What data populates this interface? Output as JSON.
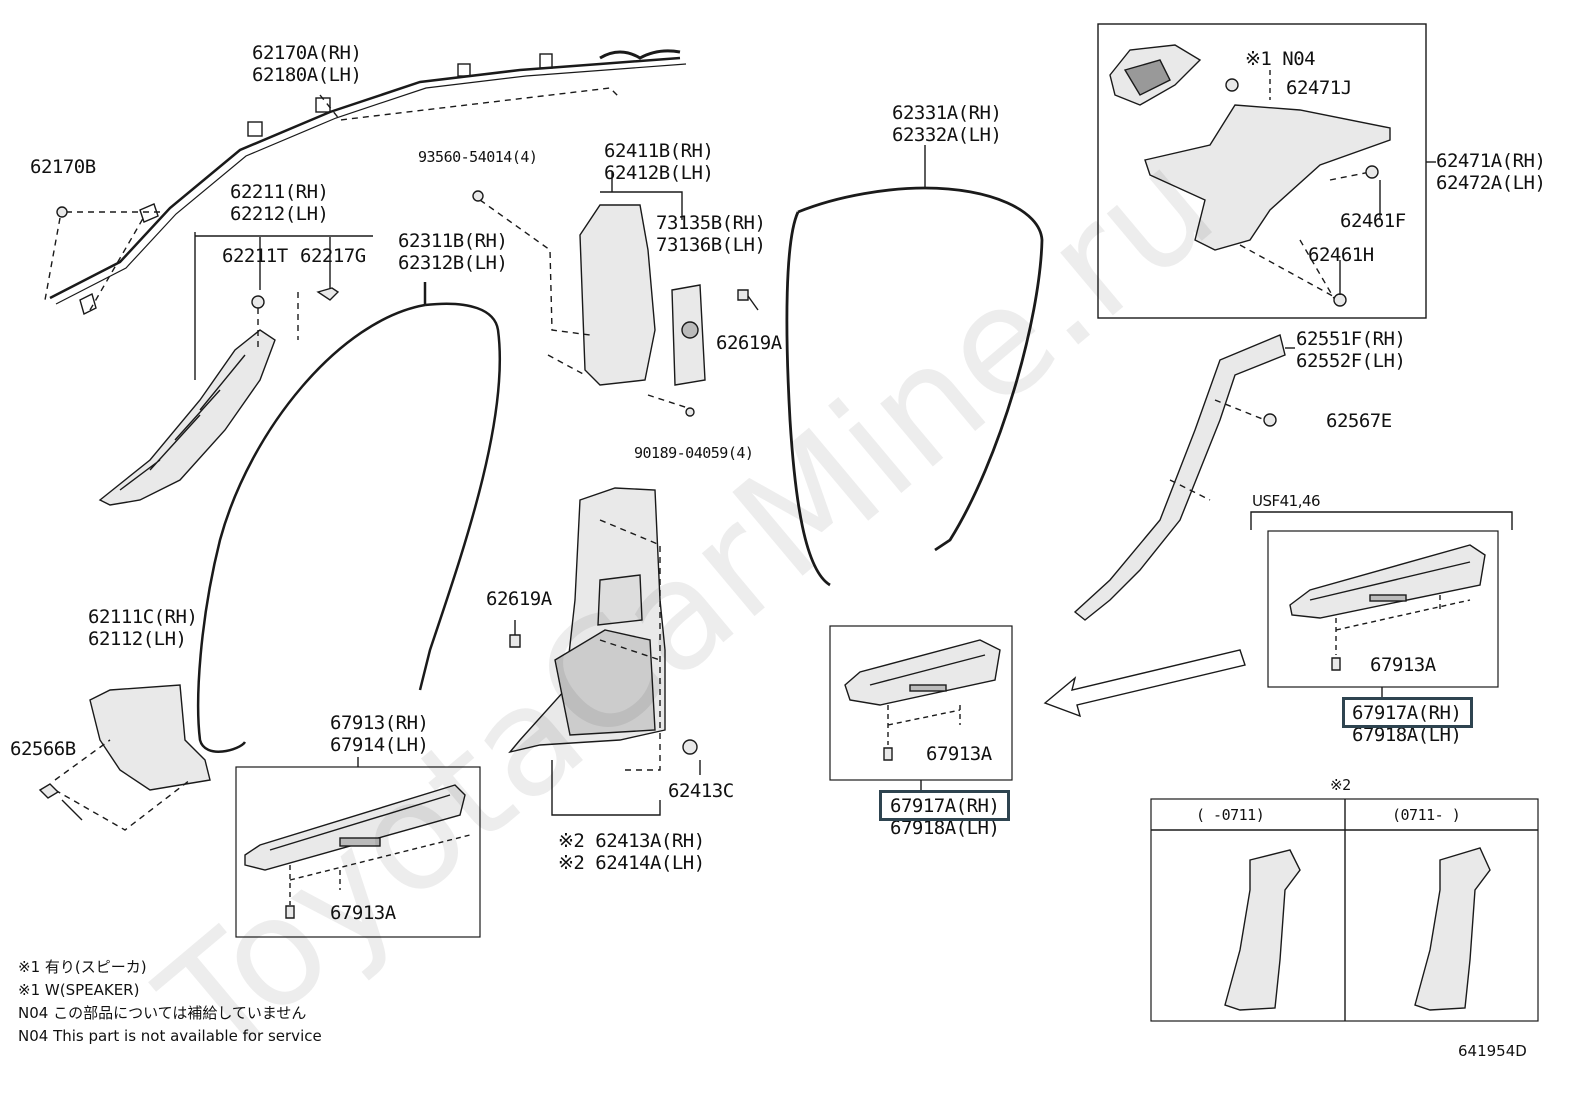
{
  "labels": {
    "l62170a": "62170A(RH)",
    "l62180a": "62180A(LH)",
    "l62170b": "62170B",
    "l62211": "62211(RH)",
    "l62212": "62212(LH)",
    "l62211t": "62211T",
    "l62217g": "62217G",
    "l93560": "93560-54014(4)",
    "l62411b": "62411B(RH)",
    "l62412b": "62412B(LH)",
    "l73135b": "73135B(RH)",
    "l73136b": "73136B(LH)",
    "l62619a_1": "62619A",
    "l90189": "90189-04059(4)",
    "l62311b": "62311B(RH)",
    "l62312b": "62312B(LH)",
    "l62331a": "62331A(RH)",
    "l62332a": "62332A(LH)",
    "l62619a_2": "62619A",
    "l62111c": "62111C(RH)",
    "l62112": "62112(LH)",
    "l62566b": "62566B",
    "l62413c": "62413C",
    "l62413a": "※2 62413A(RH)",
    "l62414a": "※2 62414A(LH)",
    "l67913": "67913(RH)",
    "l67914": "67914(LH)",
    "l67913a_1": "67913A",
    "l67913a_2": "67913A",
    "l67917a_1": "67917A(RH)",
    "l67918a_1": "67918A(LH)",
    "l67913a_3": "67913A",
    "l67917a_2": "67917A(RH)",
    "l67918a_2": "67918A(LH)",
    "l_n04": "※1 N04",
    "l62471j": "62471J",
    "l62471a": "62471A(RH)",
    "l62472a": "62472A(LH)",
    "l62461f": "62461F",
    "l62461h": "62461H",
    "l62551f": "62551F(RH)",
    "l62552f": "62552F(LH)",
    "l62567e": "62567E",
    "l_usf": "USF41,46",
    "l_ref2": "※2",
    "l_col1": "(    -0711)",
    "l_col2": "(0711-    )"
  },
  "notes": [
    "※1 有り(スピーカ)",
    "※1 W(SPEAKER)",
    "N04 この部品については補給していません",
    "N04 This part is not available for service"
  ],
  "diagram_code": "641954D",
  "watermark": "ToyotaCarMine.ru",
  "colors": {
    "line": "#1a1a1a",
    "part_fill": "#e9e9e9",
    "highlight_border": "#2e4450"
  }
}
